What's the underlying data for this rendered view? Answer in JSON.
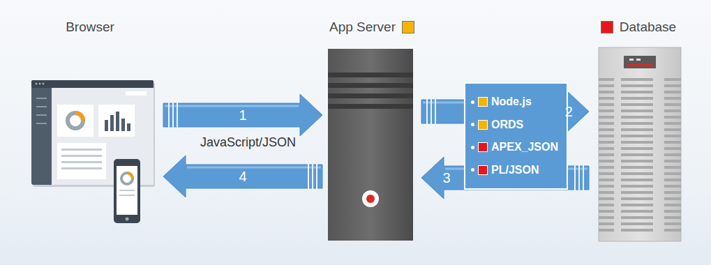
{
  "diagram": {
    "nodes": [
      {
        "text": [
          "Browser"
        ]
      },
      {
        "text": [
          "App Server"
        ]
      },
      {
        "text": [
          "Database"
        ]
      }
    ],
    "edges": [
      {
        "from": 0,
        "to": 1,
        "arrow": "to",
        "label": "1"
      },
      {
        "from": 1,
        "to": 2,
        "arrow": "to",
        "label": "2"
      },
      {
        "from": 2,
        "to": 1,
        "arrow": "to",
        "label": "3"
      },
      {
        "from": 1,
        "to": 0,
        "arrow": "to",
        "label": "4"
      }
    ],
    "labels": [
      "JavaScript/JSON"
    ],
    "legend": [
      {
        "text": "Node.js",
        "color": "#f5b400"
      },
      {
        "text": "ORDS",
        "color": "#f5b400"
      },
      {
        "text": "APEX_JSON",
        "color": "#e8161b"
      },
      {
        "text": "PL/JSON",
        "color": "#e8161b"
      }
    ]
  }
}
